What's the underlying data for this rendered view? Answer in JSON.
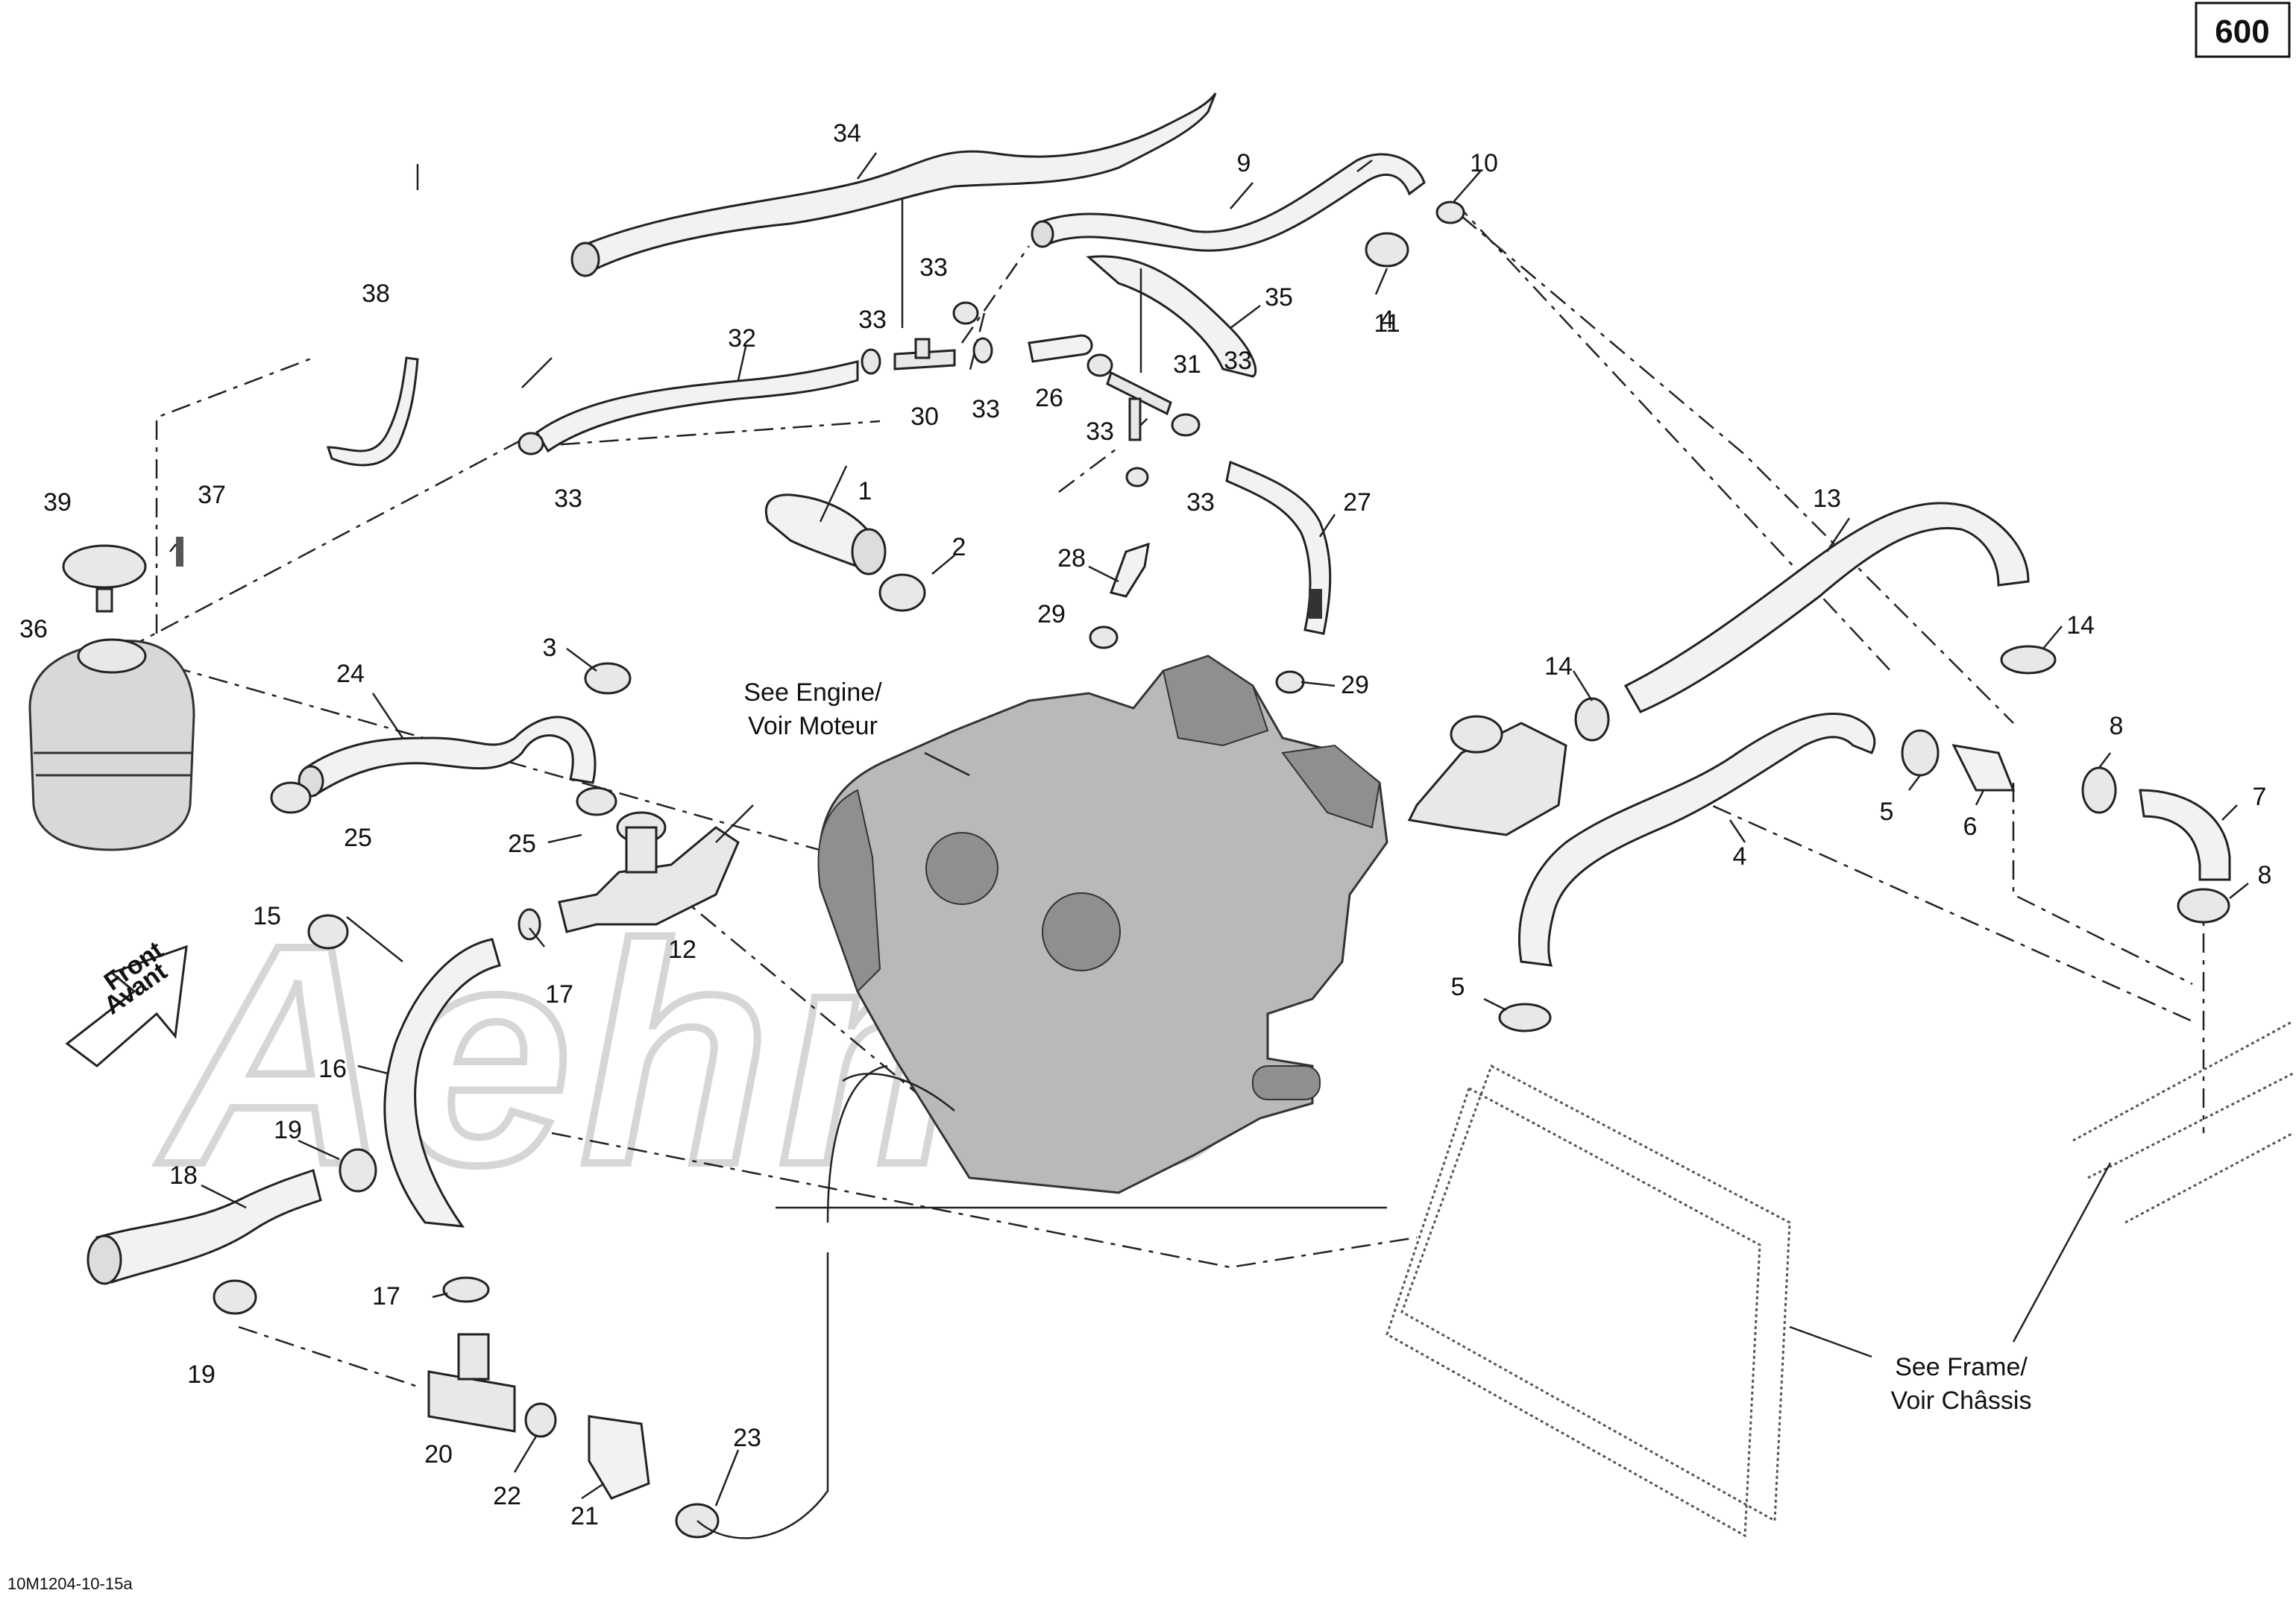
{
  "page_number": "600",
  "drawing_code": "10M1204-10-15a",
  "watermark": "Aehmo",
  "notes": {
    "engine": [
      "See Engine/",
      "Voir Moteur"
    ],
    "frame": [
      "See Frame/",
      "Voir Châssis"
    ],
    "front": [
      "Front",
      "Avant"
    ]
  },
  "callouts": [
    {
      "id": "c1",
      "label": "1"
    },
    {
      "id": "c2",
      "label": "2"
    },
    {
      "id": "c3",
      "label": "3"
    },
    {
      "id": "c4a",
      "label": "4"
    },
    {
      "id": "c4b",
      "label": "4"
    },
    {
      "id": "c5a",
      "label": "5"
    },
    {
      "id": "c5b",
      "label": "5"
    },
    {
      "id": "c6",
      "label": "6"
    },
    {
      "id": "c7",
      "label": "7"
    },
    {
      "id": "c8a",
      "label": "8"
    },
    {
      "id": "c8b",
      "label": "8"
    },
    {
      "id": "c9",
      "label": "9"
    },
    {
      "id": "c10",
      "label": "10"
    },
    {
      "id": "c11",
      "label": "11"
    },
    {
      "id": "c12",
      "label": "12"
    },
    {
      "id": "c13",
      "label": "13"
    },
    {
      "id": "c14a",
      "label": "14"
    },
    {
      "id": "c14b",
      "label": "14"
    },
    {
      "id": "c15",
      "label": "15"
    },
    {
      "id": "c16",
      "label": "16"
    },
    {
      "id": "c17a",
      "label": "17"
    },
    {
      "id": "c17b",
      "label": "17"
    },
    {
      "id": "c18",
      "label": "18"
    },
    {
      "id": "c19a",
      "label": "19"
    },
    {
      "id": "c19b",
      "label": "19"
    },
    {
      "id": "c20",
      "label": "20"
    },
    {
      "id": "c21",
      "label": "21"
    },
    {
      "id": "c22",
      "label": "22"
    },
    {
      "id": "c23",
      "label": "23"
    },
    {
      "id": "c24",
      "label": "24"
    },
    {
      "id": "c25a",
      "label": "25"
    },
    {
      "id": "c25b",
      "label": "25"
    },
    {
      "id": "c26",
      "label": "26"
    },
    {
      "id": "c27",
      "label": "27"
    },
    {
      "id": "c28",
      "label": "28"
    },
    {
      "id": "c29a",
      "label": "29"
    },
    {
      "id": "c29b",
      "label": "29"
    },
    {
      "id": "c30",
      "label": "30"
    },
    {
      "id": "c31",
      "label": "31"
    },
    {
      "id": "c32",
      "label": "32"
    },
    {
      "id": "c33a",
      "label": "33"
    },
    {
      "id": "c33b",
      "label": "33"
    },
    {
      "id": "c33c",
      "label": "33"
    },
    {
      "id": "c33d",
      "label": "33"
    },
    {
      "id": "c33e",
      "label": "33"
    },
    {
      "id": "c33f",
      "label": "33"
    },
    {
      "id": "c33g",
      "label": "33"
    },
    {
      "id": "c34",
      "label": "34"
    },
    {
      "id": "c35",
      "label": "35"
    },
    {
      "id": "c36",
      "label": "36"
    },
    {
      "id": "c37",
      "label": "37"
    },
    {
      "id": "c38",
      "label": "38"
    },
    {
      "id": "c39",
      "label": "39"
    }
  ]
}
